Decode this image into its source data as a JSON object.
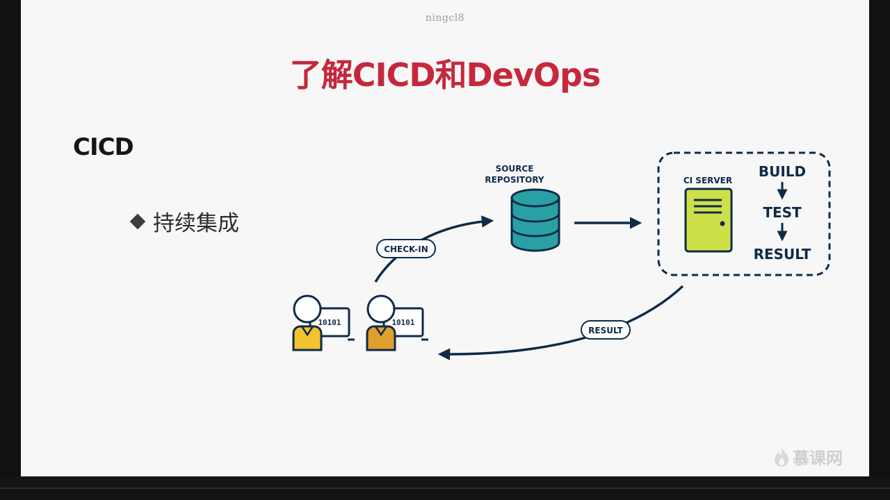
{
  "watermark": "ningcl8",
  "title": "了解CICD和DevOps",
  "section": "CICD",
  "bullet": "持续集成",
  "diagram": {
    "source_repo_line1": "SOURCE",
    "source_repo_line2": "REPOSITORY",
    "ci_server": "CI SERVER",
    "build": "BUILD",
    "test": "TEST",
    "result_step": "RESULT",
    "check_in": "CHECK-IN",
    "result_return": "RESULT",
    "dev1_code": "10101",
    "dev2_code": "10101"
  },
  "brand": "慕课网",
  "colors": {
    "title": "#c5283d",
    "navy": "#0e2a47",
    "teal": "#2aa0a4",
    "lime": "#cde04a",
    "dev1": "#f2c230",
    "dev2": "#e0a02c"
  }
}
